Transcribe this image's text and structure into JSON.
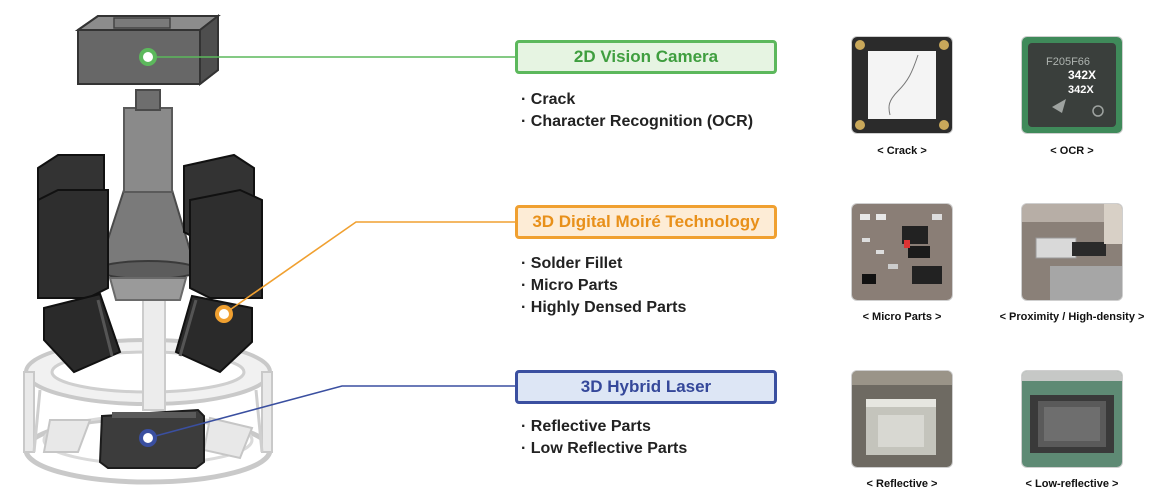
{
  "technologies": [
    {
      "title": "2D Vision Camera",
      "color": "#5cb85c",
      "features": [
        "Crack",
        "Character Recognition (OCR)"
      ]
    },
    {
      "title": "3D Digital Moiré Technology",
      "color": "#f0a030",
      "features": [
        "Solder Fillet",
        "Micro Parts",
        "Highly Densed Parts"
      ]
    },
    {
      "title": "3D Hybrid Laser",
      "color": "#3a4fa0",
      "features": [
        "Reflective Parts",
        "Low Reflective Parts"
      ]
    }
  ],
  "samples": [
    {
      "caption": "< Crack >"
    },
    {
      "caption": "< OCR >",
      "chip_text": [
        "F205F66",
        "342X",
        "342X"
      ]
    },
    {
      "caption": "< Micro Parts >"
    },
    {
      "caption": "< Proximity /  High-density >"
    },
    {
      "caption": "< Reflective >"
    },
    {
      "caption": "< Low-reflective >"
    }
  ]
}
